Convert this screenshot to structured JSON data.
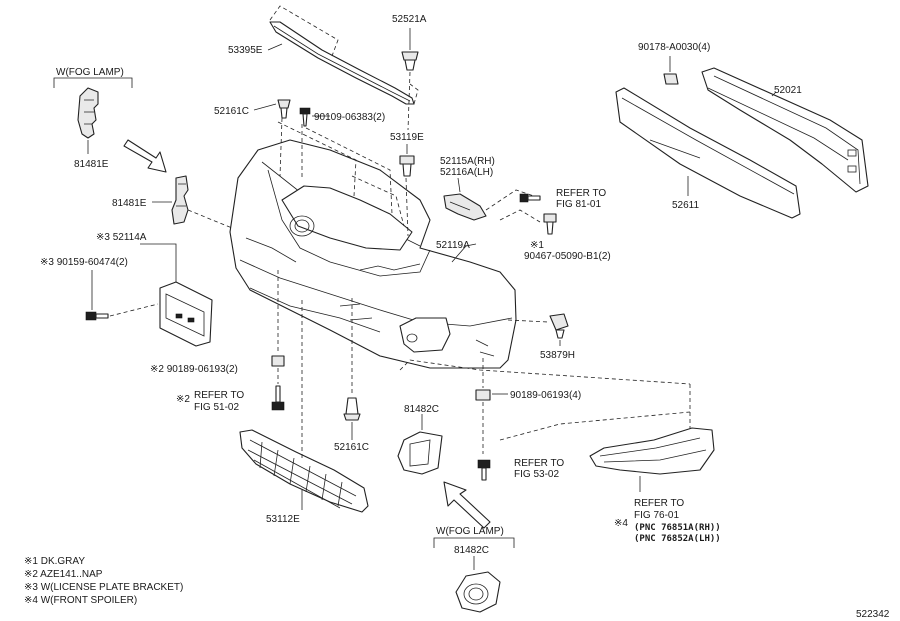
{
  "labels": {
    "p52521A": "52521A",
    "p53395E": "53395E",
    "fog_lamp_top": "W(FOG LAMP)",
    "p81481E_top": "81481E",
    "p81481E_mid": "81481E",
    "p52161C_top": "52161C",
    "p90109": "90109-06383(2)",
    "p53119E": "53119E",
    "p52115A": "52115A(RH)",
    "p52116A": "52116A(LH)",
    "refer_81_a": "REFER TO",
    "refer_81_b": "FIG 81-01",
    "p90467_mark": "※1",
    "p90467": "90467-05090-B1(2)",
    "p52119A": "52119A",
    "p52114A": "※3 52114A",
    "p90159": "※3 90159-60474(2)",
    "p53879H": "53879H",
    "p90189_2": "※2 90189-06193(2)",
    "refer_51_mark": "※2",
    "refer_51_a": "REFER TO",
    "refer_51_b": "FIG 51-02",
    "p52161C_bot": "52161C",
    "p81482C_top": "81482C",
    "p90189_4": "90189-06193(4)",
    "refer_53_a": "REFER TO",
    "refer_53_b": "FIG 53-02",
    "p53112E": "53112E",
    "fog_lamp_bot": "W(FOG LAMP)",
    "p81482C_bot": "81482C",
    "p90178": "90178-A0030(4)",
    "p52021": "52021",
    "p52611": "52611",
    "refer_76_a": "REFER TO",
    "refer_76_b": "FIG 76-01",
    "refer_76_mark": "※4",
    "pnc_rh": "(PNC 76851A(RH))",
    "pnc_lh": "(PNC 76852A(LH))",
    "diagram_id": "522342"
  },
  "legend": [
    "※1 DK.GRAY",
    "※2 AZE141..NAP",
    "※3 W(LICENSE PLATE BRACKET)",
    "※4 W(FRONT SPOILER)"
  ]
}
